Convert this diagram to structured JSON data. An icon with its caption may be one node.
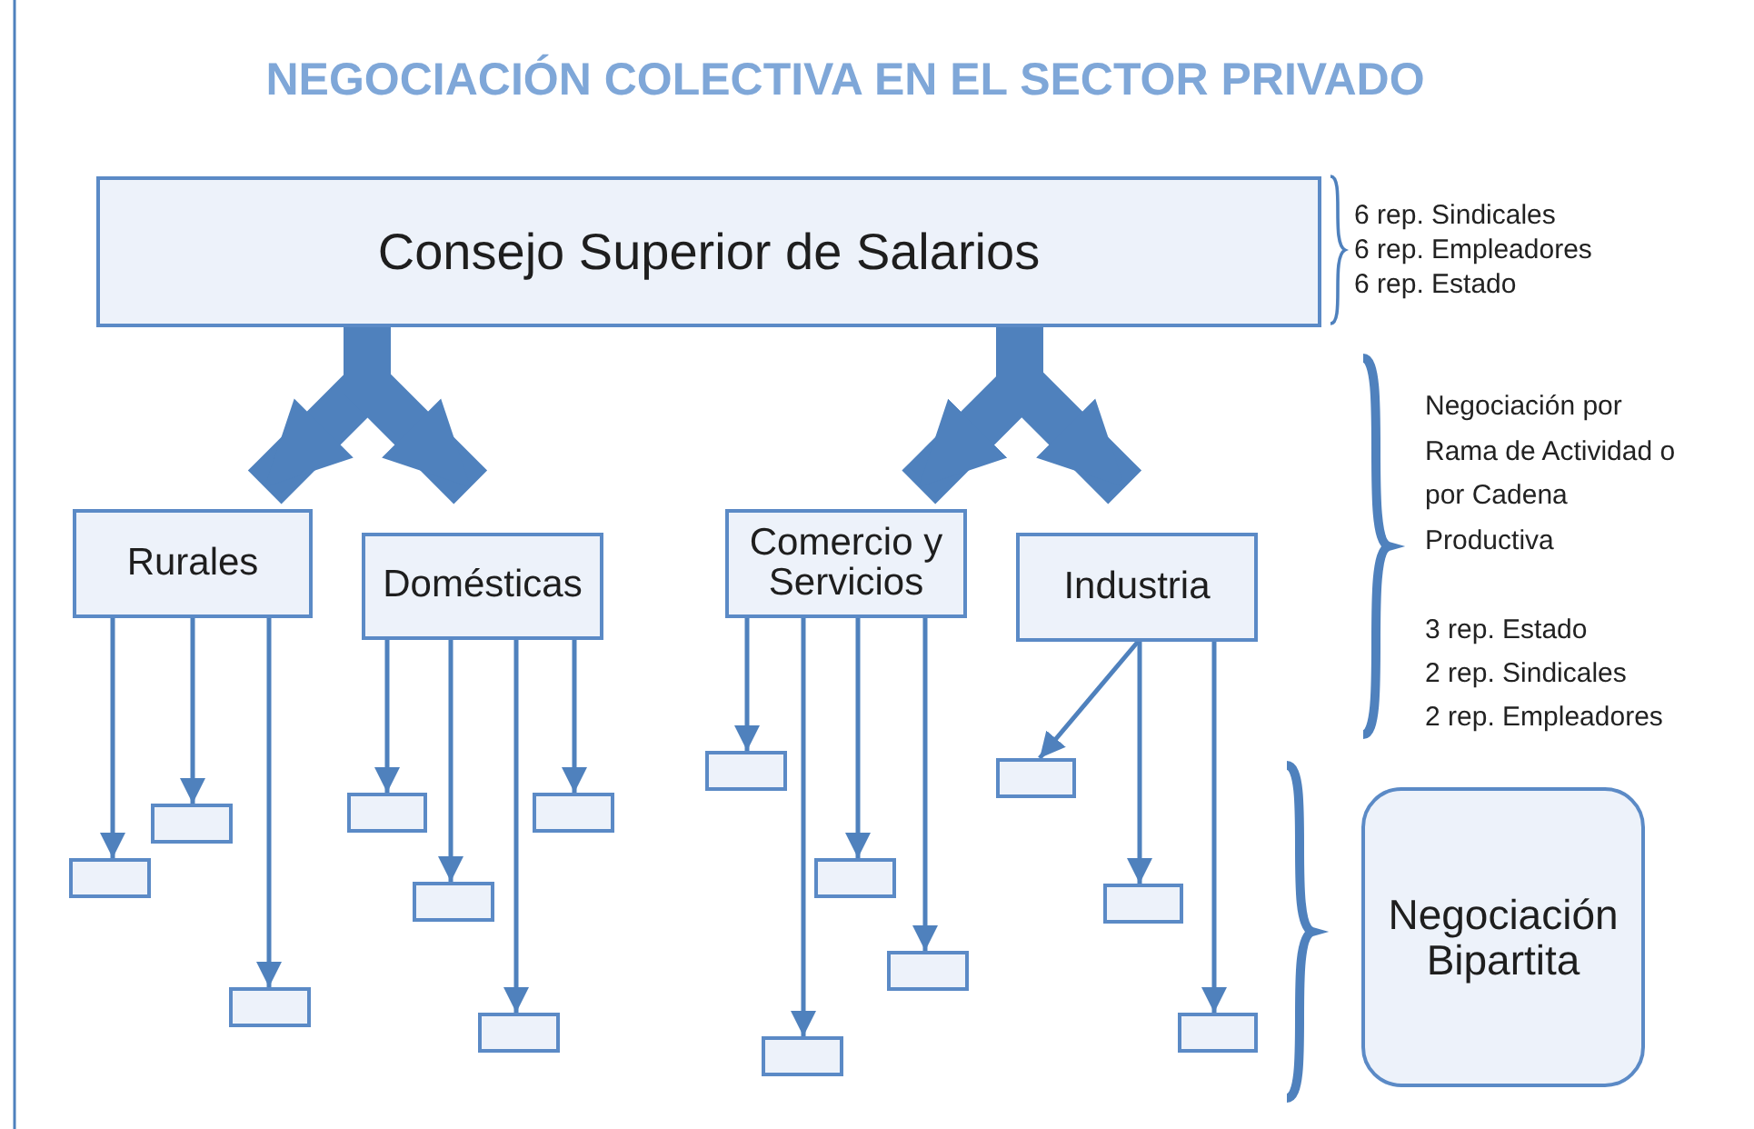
{
  "diagram": {
    "title": "NEGOCIACIÓN COLECTIVA EN EL SECTOR PRIVADO",
    "nodes": [
      {
        "text": [
          "Consejo Superior de Salarios"
        ]
      },
      {
        "text": [
          "Rurales"
        ]
      },
      {
        "text": [
          "Domésticas"
        ]
      },
      {
        "text": [
          "Comercio y Servicios"
        ]
      },
      {
        "text": [
          "Industria"
        ]
      },
      {
        "text": [],
        "shape": "box"
      },
      {
        "text": [],
        "shape": "box"
      },
      {
        "text": [],
        "shape": "box"
      },
      {
        "text": [],
        "shape": "box"
      },
      {
        "text": [],
        "shape": "box"
      },
      {
        "text": [],
        "shape": "box"
      },
      {
        "text": [],
        "shape": "box"
      },
      {
        "text": [],
        "shape": "box"
      },
      {
        "text": [],
        "shape": "box"
      },
      {
        "text": [],
        "shape": "box"
      },
      {
        "text": [],
        "shape": "box"
      },
      {
        "text": [],
        "shape": "box"
      },
      {
        "text": [],
        "shape": "box"
      },
      {
        "text": [],
        "shape": "box"
      },
      {
        "text": [
          "Negociación Bipartita"
        ]
      }
    ],
    "edges": [
      {
        "from": 0,
        "to": 1,
        "arrow": "to",
        "style": "thick"
      },
      {
        "from": 0,
        "to": 2,
        "arrow": "to",
        "style": "thick"
      },
      {
        "from": 0,
        "to": 3,
        "arrow": "to",
        "style": "thick"
      },
      {
        "from": 0,
        "to": 4,
        "arrow": "to",
        "style": "thick"
      },
      {
        "from": 1,
        "to": 5,
        "arrow": "to"
      },
      {
        "from": 1,
        "to": 6,
        "arrow": "to"
      },
      {
        "from": 1,
        "to": 7,
        "arrow": "to"
      },
      {
        "from": 2,
        "to": 8,
        "arrow": "to"
      },
      {
        "from": 2,
        "to": 9,
        "arrow": "to"
      },
      {
        "from": 2,
        "to": 10,
        "arrow": "to"
      },
      {
        "from": 2,
        "to": 11,
        "arrow": "to"
      },
      {
        "from": 3,
        "to": 12,
        "arrow": "to"
      },
      {
        "from": 3,
        "to": 13,
        "arrow": "to"
      },
      {
        "from": 3,
        "to": 14,
        "arrow": "to"
      },
      {
        "from": 3,
        "to": 15,
        "arrow": "to"
      },
      {
        "from": 4,
        "to": 16,
        "arrow": "to"
      },
      {
        "from": 4,
        "to": 17,
        "arrow": "to"
      },
      {
        "from": 4,
        "to": 18,
        "arrow": "to"
      }
    ],
    "labels": [
      "6 rep. Sindicales",
      "6 rep. Empleadores",
      "6 rep. Estado",
      "Negociación por Rama de Actividad o por Cadena Productiva",
      "3 rep. Estado",
      "2 rep. Sindicales",
      "2 rep. Empleadores"
    ]
  }
}
